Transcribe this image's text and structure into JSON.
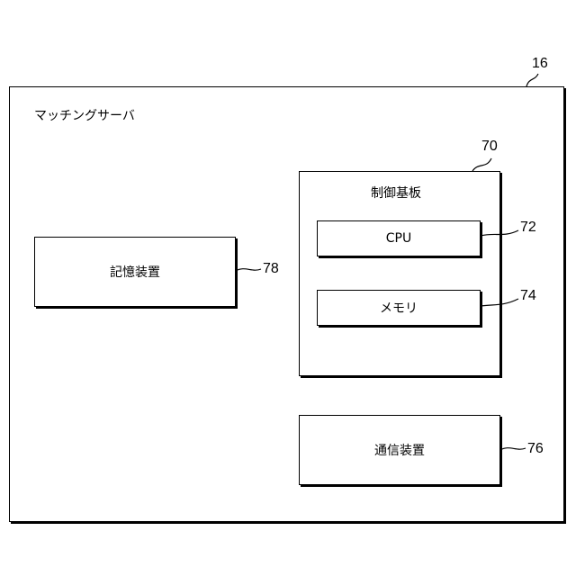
{
  "server": {
    "label": "マッチングサーバ",
    "ref": "16"
  },
  "control_board": {
    "label": "制御基板",
    "ref": "70"
  },
  "cpu": {
    "label": "CPU",
    "ref": "72"
  },
  "memory": {
    "label": "メモリ",
    "ref": "74"
  },
  "comm_device": {
    "label": "通信装置",
    "ref": "76"
  },
  "storage_device": {
    "label": "記憶装置",
    "ref": "78"
  }
}
